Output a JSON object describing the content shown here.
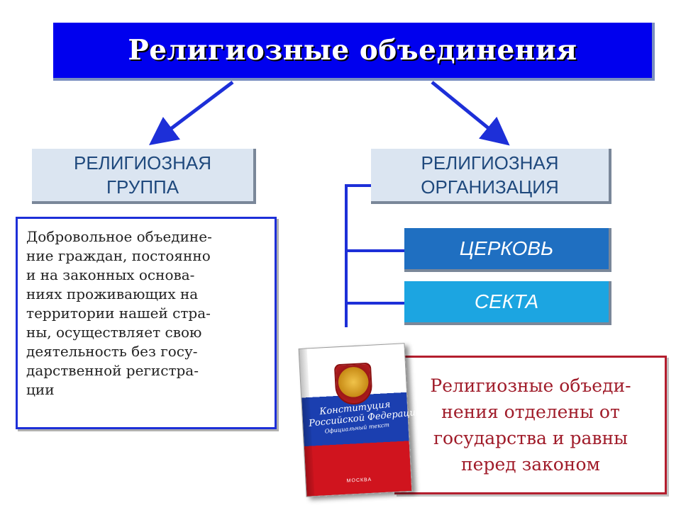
{
  "title": "Религиозные объединения",
  "group": {
    "lines": [
      "РЕЛИГИОЗНАЯ",
      "ГРУППА"
    ]
  },
  "organization": {
    "lines": [
      "РЕЛИГИОЗНАЯ",
      "ОРГАНИЗАЦИЯ"
    ]
  },
  "definition": {
    "lines": [
      "Добровольное объедине-",
      "ние граждан, постоянно",
      "и на законных основа-",
      "ниях проживающих на",
      "территории нашей стра-",
      "ны, осуществляет свою",
      "деятельность без госу-",
      "дарственной регистра-",
      "ции"
    ]
  },
  "subtypes": {
    "church": "ЦЕРКОВЬ",
    "sect": "СЕКТА"
  },
  "note": {
    "lines": [
      "Религиозные объеди-",
      "нения отделены от",
      "государства и равны",
      "перед законом"
    ]
  },
  "book": {
    "title_lines": [
      "Конституция",
      "Российской Федерации"
    ],
    "subtitle": "Официальный текст",
    "footer": "МОСКВА"
  },
  "colors": {
    "title_bg": "#0000ee",
    "category_bg": "#dbe5f1",
    "category_text": "#1f497d",
    "church_bg": "#1f6fc1",
    "sect_bg": "#1ca5e1",
    "definition_border": "#1d2fd8",
    "note_border": "#b41e2e",
    "note_text": "#a01c2a",
    "connector": "#1d2fd8"
  }
}
